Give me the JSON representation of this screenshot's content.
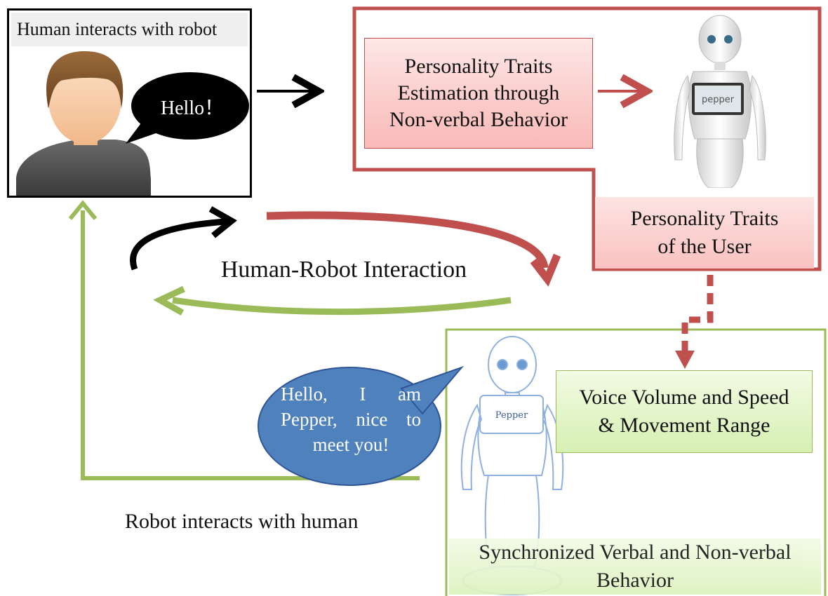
{
  "human": {
    "title": "Human interacts with robot",
    "speech": "Hello！"
  },
  "estimation": {
    "label": "Personality Traits\nEstimation through\nNon-verbal Behavior"
  },
  "robot_screen": {
    "top": "pepper",
    "bottom": "Pepper"
  },
  "traits": {
    "label": "Personality Traits\nof the User"
  },
  "interaction": {
    "label": "Human-Robot Interaction"
  },
  "robot_speech": {
    "text": "Hello, I am Pepper, nice to meet you!"
  },
  "voice": {
    "label": "Voice Volume and Speed\n& Movement Range"
  },
  "sync": {
    "label": "Synchronized Verbal and Non-verbal\nBehavior"
  },
  "robot_to_human": {
    "label": "Robot interacts with human"
  },
  "colors": {
    "red": "#c0504d",
    "green": "#9bbb59",
    "speech_blue": "#4f81bd",
    "black": "#000000"
  }
}
